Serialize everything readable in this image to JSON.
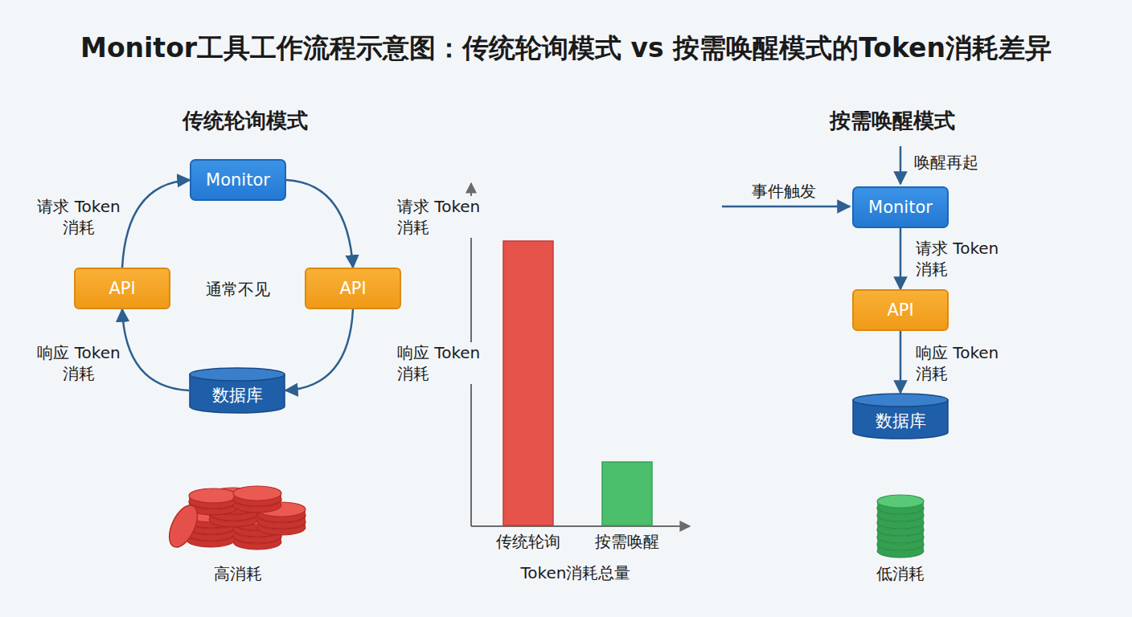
{
  "diagram": {
    "title": "Monitor工具工作流程示意图：传统轮询模式 vs 按需唤醒模式的Token消耗差异",
    "nodes": [
      {
        "text": [
          "Monitor"
        ]
      },
      {
        "text": [
          "API"
        ]
      },
      {
        "text": [
          "API"
        ]
      },
      {
        "text": [
          "数据库"
        ]
      },
      {
        "text": [
          "Monitor"
        ]
      },
      {
        "text": [
          "API"
        ]
      },
      {
        "text": [
          "数据库"
        ]
      }
    ],
    "edges": [
      {
        "from": 0,
        "to": 2,
        "arrow": "to",
        "label": "请求 Token消耗"
      },
      {
        "from": 2,
        "to": 3,
        "arrow": "to",
        "label": "响应 Token消耗"
      },
      {
        "from": 3,
        "to": 1,
        "arrow": "to",
        "label": "响应 Token消耗"
      },
      {
        "from": 1,
        "to": 0,
        "arrow": "to",
        "label": "请求 Token消耗"
      },
      {
        "from": 4,
        "to": 5,
        "arrow": "to",
        "label": "请求 Token消耗"
      },
      {
        "from": 5,
        "to": 6,
        "arrow": "to",
        "label": "响应 Token消耗"
      }
    ],
    "labels": [
      "传统轮询模式",
      "通常不见",
      "高消耗",
      "传统轮询",
      "按需唤醒",
      "Token消耗总量",
      "按需唤醒模式",
      "唤醒再起",
      "事件触发",
      "低消耗"
    ]
  }
}
